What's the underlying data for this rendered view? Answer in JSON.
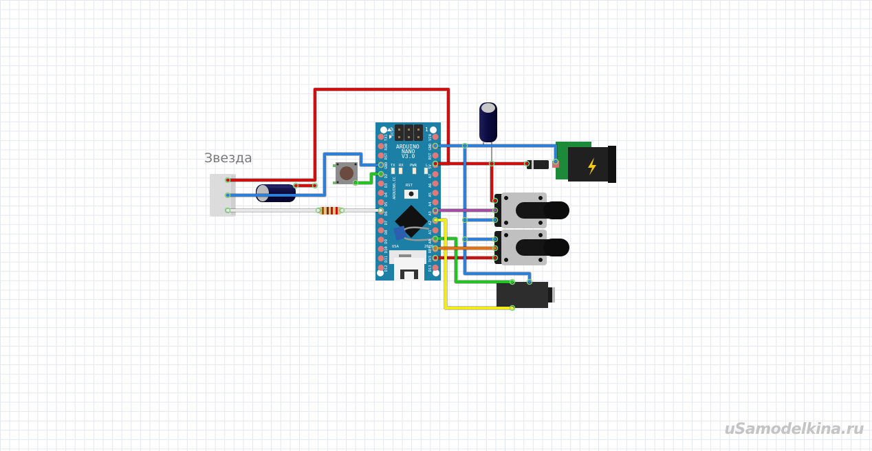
{
  "labels": {
    "star_connector": "Звезда",
    "watermark": "uSamodelkina.ru"
  },
  "arduino": {
    "name_line1": "ARDUINO",
    "name_line2": "NANO",
    "name_line3": "V3.0",
    "icsp": "ICSP",
    "icsp_pin1": "1",
    "led_labels": [
      "TX",
      "RX",
      "PWR",
      "L"
    ],
    "reset_label": "RST",
    "usa": "USA",
    "year": "2009",
    "side_brand": "ARDUINO.CC",
    "left_pins": [
      "TX1",
      "RX0",
      "RST",
      "GND",
      "D2",
      "D3",
      "D4",
      "D5",
      "D6",
      "D7",
      "D8",
      "D9",
      "D10",
      "D11",
      "D12"
    ],
    "right_pins": [
      "VIN",
      "GND",
      "RST",
      "5V",
      "A7",
      "A6",
      "A5",
      "A4",
      "A3",
      "A2",
      "A1",
      "A0",
      "REF",
      "3V3",
      "D13"
    ]
  },
  "components": [
    {
      "id": "star-connector",
      "type": "3-pin connector"
    },
    {
      "id": "capacitor-left",
      "type": "electrolytic capacitor"
    },
    {
      "id": "capacitor-top",
      "type": "electrolytic capacitor"
    },
    {
      "id": "push-button",
      "type": "tactile switch"
    },
    {
      "id": "resistor",
      "type": "resistor"
    },
    {
      "id": "transistor",
      "type": "transistor"
    },
    {
      "id": "diode",
      "type": "diode"
    },
    {
      "id": "dc-jack",
      "type": "DC power jack"
    },
    {
      "id": "potentiometer-1",
      "type": "potentiometer"
    },
    {
      "id": "potentiometer-2",
      "type": "potentiometer"
    },
    {
      "id": "audio-jack",
      "type": "3.5mm audio jack"
    }
  ],
  "wire_colors": {
    "red": "#cc1010",
    "blue": "#2f7fd6",
    "green": "#22c322",
    "yellow": "#f2ec1a",
    "purple": "#a04ea0",
    "orange": "#e87010",
    "white": "#e8e8e8",
    "board": "#1b7fa6"
  }
}
